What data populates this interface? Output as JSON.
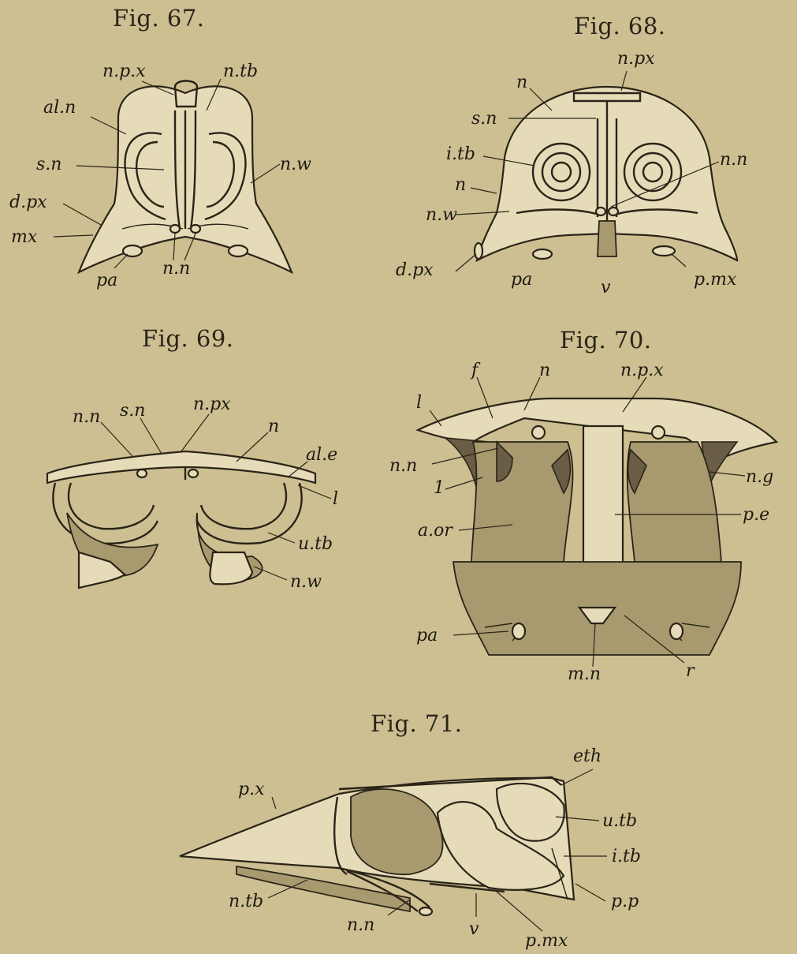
{
  "figures": {
    "fig67": {
      "caption": "Fig. 67.",
      "labels": [
        "n.p.x",
        "n.tb",
        "al.n",
        "s.n",
        "n.w",
        "d.px",
        "mx",
        "pa",
        "n.n"
      ]
    },
    "fig68": {
      "caption": "Fig. 68.",
      "labels": [
        "n.px",
        "n",
        "s.n",
        "i.tb",
        "n.n",
        "n",
        "n.w",
        "d.px",
        "pa",
        "v",
        "p.mx"
      ]
    },
    "fig69": {
      "caption": "Fig. 69.",
      "labels": [
        "n.n",
        "s.n",
        "n.px",
        "n",
        "al.e",
        "l",
        "u.tb",
        "n.w"
      ]
    },
    "fig70": {
      "caption": "Fig. 70.",
      "labels": [
        "f",
        "n",
        "n.p.x",
        "l",
        "n.n",
        "n.g",
        "1",
        "p.e",
        "a.or",
        "pa",
        "m.n",
        "r"
      ]
    },
    "fig71": {
      "caption": "Fig. 71.",
      "labels": [
        "eth",
        "p.x",
        "u.tb",
        "i.tb",
        "p.p",
        "n.tb",
        "n.n",
        "v",
        "p.mx"
      ]
    }
  }
}
